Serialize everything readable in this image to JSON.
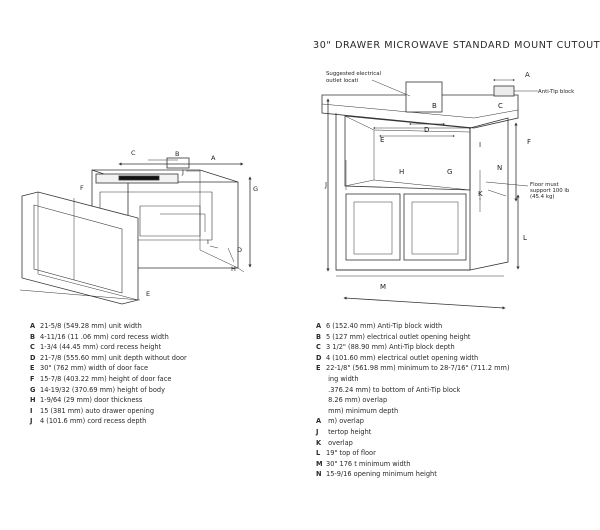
{
  "title": "30\" DRAWER MICROWAVE STANDARD MOUNT CUTOUT",
  "drawer_letters": {
    "A": "A",
    "B": "B",
    "C": "C",
    "D": "D",
    "E": "E",
    "F": "F",
    "G": "G",
    "H": "H",
    "I": "I",
    "J": "J"
  },
  "cutout_letters": {
    "A": "A",
    "B": "B",
    "C": "C",
    "D": "D",
    "E": "E",
    "F": "F",
    "G": "G",
    "H": "H",
    "I": "I",
    "J": "J",
    "K": "K",
    "L": "L",
    "M": "M",
    "N": "N"
  },
  "callouts": {
    "outlet_line1": "Suggested electrical",
    "outlet_line2": "outlet locati",
    "antitip": "Anti-Tip block",
    "floor_line1": "Floor must",
    "floor_line2": "support 100 lb",
    "floor_line3": "(45.4 kg)"
  },
  "left_specs": [
    {
      "key": "A",
      "text": "21-5/8  (549.28 mm) unit width"
    },
    {
      "key": "B",
      "text": "4-11/16   (11  .06 mm) cord recess width"
    },
    {
      "key": "C",
      "text": "1-3/4  (44.45 mm) cord recess height"
    },
    {
      "key": "D",
      "text": "21-7/8  (555.60 mm) unit depth without door"
    },
    {
      "key": "E",
      "text": "30\"  (762 mm) width of door face"
    },
    {
      "key": "F",
      "text": "15-7/8  (403.22 mm) height of door face"
    },
    {
      "key": "G",
      "text": "14-19/32  (370.69 mm) height of body"
    },
    {
      "key": "H",
      "text": "1-9/64  (29 mm) door thickness"
    },
    {
      "key": "I",
      "text": "15  (381 mm) auto drawer opening"
    },
    {
      "key": "J",
      "text": "4  (101.6 mm) cord recess depth"
    }
  ],
  "right_specs": [
    {
      "key": "A",
      "text": "6  (152.40 mm) Anti-Tip block width"
    },
    {
      "key": "B",
      "text": "5  (127 mm) electrical outlet opening height"
    },
    {
      "key": "C",
      "text": "3  1/2\" (88.90 mm) Anti-Tip block depth"
    },
    {
      "key": "D",
      "text": "4  (101.60 mm) electrical outlet opening width"
    },
    {
      "key": "E",
      "text": "22-1/8\"  (561.98 mm) minimum to 28-7/16\" (711.2 mm)"
    },
    {
      "key": "",
      "text": "        ing width"
    },
    {
      "key": "",
      "text": "        .376.24 mm) to bottom of Anti-Tip block"
    },
    {
      "key": "",
      "text": "         8.26 mm) overlap"
    },
    {
      "key": "",
      "text": "         mm) minimum depth"
    },
    {
      "key": "A",
      "text": "         m) overlap"
    },
    {
      "key": "J",
      "text": "         tertop height"
    },
    {
      "key": "K",
      "text": "         overlap"
    },
    {
      "key": "L",
      "text": "19\"        top of floor"
    },
    {
      "key": "M",
      "text": "30\"  176       t minimum width"
    },
    {
      "key": "N",
      "text": "15-9/16          opening minimum height"
    }
  ]
}
